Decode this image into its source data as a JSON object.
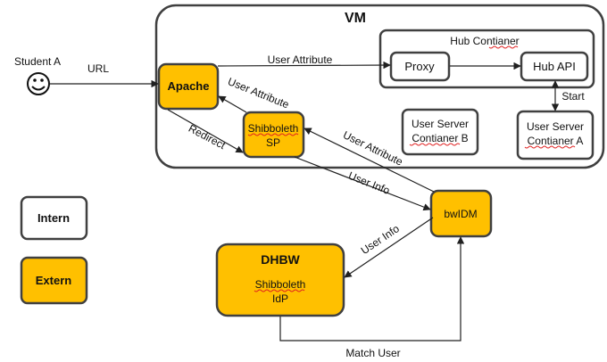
{
  "colors": {
    "intern_fill": "#ffffff",
    "extern_fill": "#ffc000",
    "stroke": "#404040",
    "text": "#111111",
    "spellcheck_underline": "#e02020"
  },
  "actor": {
    "label": "Student A",
    "icon": "smiley-face-icon"
  },
  "vm": {
    "title": "VM"
  },
  "hub": {
    "title": "Hub Contianer"
  },
  "nodes": {
    "proxy": "Proxy",
    "hub_api": "Hub API",
    "apache": "Apache",
    "shibboleth_sp_line1": "Shibboleth",
    "shibboleth_sp_line2": "SP",
    "user_server_b_line1": "User Server",
    "user_server_b_line2": "Contianer B",
    "user_server_a_line1": "User Server",
    "user_server_a_line2": "Contianer A",
    "bwidm": "bwIDM",
    "dhbw_title": "DHBW",
    "shibboleth_idp_line1": "Shibboleth",
    "shibboleth_idp_line2": "IdP"
  },
  "legend": {
    "intern": "Intern",
    "extern": "Extern"
  },
  "edges": {
    "url": "URL",
    "user_attribute_top": "User Attribute",
    "start": "Start",
    "user_attribute_apache": "User Attribute",
    "redirect": "Redirect",
    "user_attribute_bwidm": "User Attribute",
    "user_info_sp": "User Info",
    "user_info_dhbw": "User Info",
    "match_user": "Match User"
  }
}
